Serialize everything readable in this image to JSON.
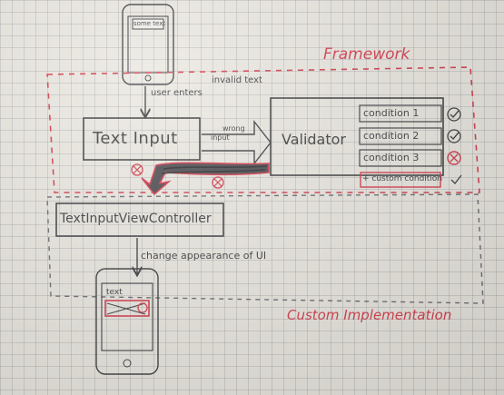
{
  "regions": {
    "framework": "Framework",
    "custom": "Custom Implementation"
  },
  "top_phone": {
    "text": "some text"
  },
  "user_action": {
    "label": "user enters",
    "value": "invalid text"
  },
  "text_input": {
    "label": "Text Input"
  },
  "wrong_input": {
    "line1": "wrong",
    "line2": "input"
  },
  "validator": {
    "label": "Validator",
    "conditions": [
      {
        "label": "condition 1",
        "status": "check"
      },
      {
        "label": "condition 2",
        "status": "check"
      },
      {
        "label": "condition 3",
        "status": "fail"
      }
    ],
    "custom_condition": "+ custom condition"
  },
  "controller": {
    "label": "TextInputViewController"
  },
  "change_label": "change appearance of UI",
  "bottom_phone": {
    "text": "text"
  },
  "colors": {
    "ink": "#3d3d40",
    "red": "#d43a4a",
    "paper": "#ebe8e1"
  }
}
